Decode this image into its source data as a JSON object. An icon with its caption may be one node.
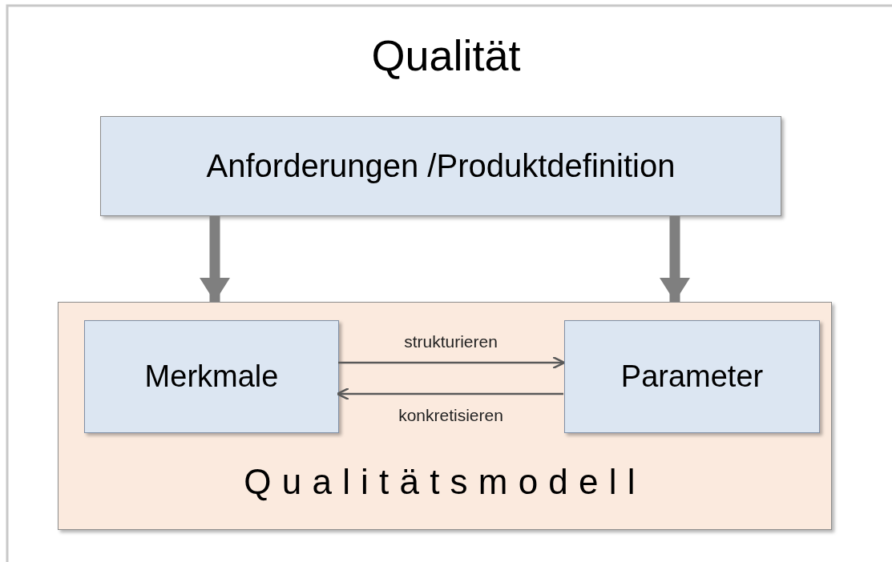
{
  "diagram": {
    "title": "Qualität",
    "nodes": [
      {
        "text": [
          "Anforderungen /Produktdefinition"
        ]
      },
      {
        "text": [
          "Qualitätsmodell"
        ]
      },
      {
        "text": [
          "Merkmale"
        ],
        "in": 1
      },
      {
        "text": [
          "Parameter"
        ],
        "in": 1
      }
    ],
    "edges": [
      {
        "from": 0,
        "to": 1,
        "arrow": "to",
        "style": "thick"
      },
      {
        "from": 0,
        "to": 1,
        "arrow": "to",
        "style": "thick"
      },
      {
        "from": 2,
        "to": 3,
        "arrow": "to",
        "label": "strukturieren"
      },
      {
        "from": 3,
        "to": 2,
        "arrow": "to",
        "label": "konkretisieren"
      }
    ]
  }
}
